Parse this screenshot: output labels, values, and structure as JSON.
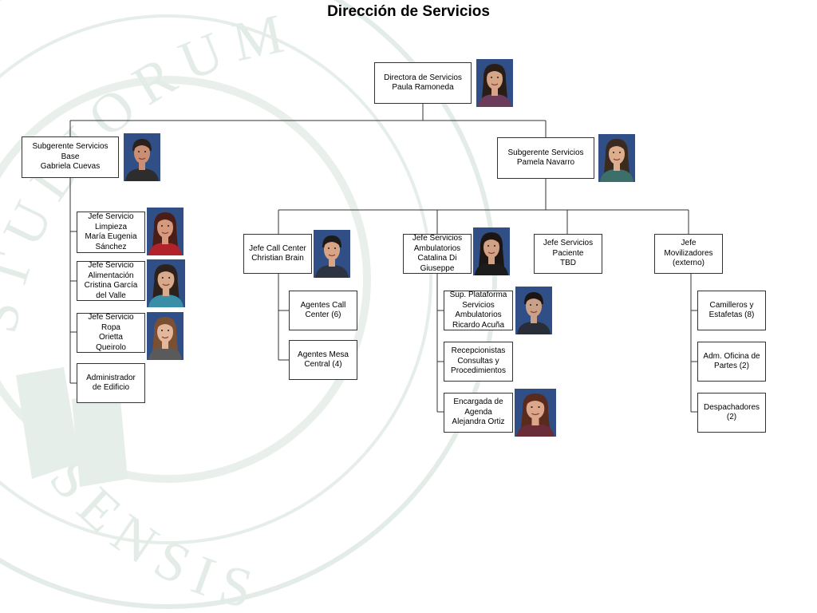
{
  "title": "Dirección de Servicios",
  "colors": {
    "line": "#333333",
    "box_border": "#333333",
    "photo_bg": "#2f4f86",
    "watermark": "#dfe9e4"
  },
  "watermark": {
    "text_top": "STUDIORUM",
    "text_bottom": "SENSIS"
  },
  "director": {
    "lines": [
      "Directora de Servicios",
      "Paula Ramoneda"
    ]
  },
  "sub_base": {
    "lines": [
      "Subgerente Servicios",
      "Base",
      "Gabriela Cuevas"
    ]
  },
  "sub_navarro": {
    "lines": [
      "Subgerente Servicios",
      "Pamela Navarro"
    ]
  },
  "base_children": [
    {
      "lines": [
        "Jefe Servicio",
        "Limpieza",
        "María Eugenia",
        "Sánchez"
      ]
    },
    {
      "lines": [
        "Jefe Servicio",
        "Alimentación",
        "Cristina García",
        "del Valle"
      ]
    },
    {
      "lines": [
        "Jefe Servicio",
        "Ropa",
        "Orietta",
        "Queirolo"
      ]
    },
    {
      "lines": [
        "Administrador",
        "de Edificio"
      ]
    }
  ],
  "callcenter": {
    "lines": [
      "Jefe Call Center",
      "Christian Brain"
    ]
  },
  "callcenter_children": [
    {
      "lines": [
        "Agentes Call",
        "Center (6)"
      ]
    },
    {
      "lines": [
        "Agentes Mesa",
        "Central (4)"
      ]
    }
  ],
  "ambulatorios": {
    "lines": [
      "Jefe Servicios",
      "Ambulatorios",
      "Catalina Di",
      "Giuseppe"
    ]
  },
  "ambulatorios_children": [
    {
      "lines": [
        "Sup. Plataforma",
        "Servicios",
        "Ambulatorios",
        "Ricardo Acuña"
      ]
    },
    {
      "lines": [
        "Recepcionistas",
        "Consultas y",
        "Procedimientos"
      ]
    },
    {
      "lines": [
        "Encargada de",
        "Agenda",
        "Alejandra Ortiz"
      ]
    }
  ],
  "paciente": {
    "lines": [
      "Jefe Servicios",
      "Paciente",
      "TBD"
    ]
  },
  "movilizadores": {
    "lines": [
      "Jefe",
      "Movilizadores",
      "(externo)"
    ]
  },
  "movilizadores_children": [
    {
      "lines": [
        "Camilleros y",
        "Estafetas (8)"
      ]
    },
    {
      "lines": [
        "Adm. Oficina de",
        "Partes (2)"
      ]
    },
    {
      "lines": [
        "Despachadores",
        "(2)"
      ]
    }
  ],
  "photos": [
    {
      "id": "director-photo",
      "hair": "#2a1d16",
      "skin": "#d6a587",
      "shirt": "#6b3b5a",
      "long": true
    },
    {
      "id": "sub-base-photo",
      "hair": "#2b211c",
      "skin": "#c98f74",
      "shirt": "#2d2d2d",
      "long": false
    },
    {
      "id": "sub-navarro-photo",
      "hair": "#3b2a1e",
      "skin": "#dcae8e",
      "shirt": "#3c6f6a",
      "long": true
    },
    {
      "id": "limpieza-photo",
      "hair": "#4a1e17",
      "skin": "#d59a7e",
      "shirt": "#b2222a",
      "long": true
    },
    {
      "id": "alimentacion-photo",
      "hair": "#2d211b",
      "skin": "#d9a98b",
      "shirt": "#3a8fa8",
      "long": true
    },
    {
      "id": "ropa-photo",
      "hair": "#7a4f32",
      "skin": "#e2b79b",
      "shirt": "#5a5a5a",
      "long": true
    },
    {
      "id": "callcenter-photo",
      "hair": "#1e1a18",
      "skin": "#d7a585",
      "shirt": "#2d3340",
      "long": false
    },
    {
      "id": "ambulatorios-photo",
      "hair": "#1d1512",
      "skin": "#d1a185",
      "shirt": "#1c1c1c",
      "long": true
    },
    {
      "id": "acuna-photo",
      "hair": "#1b1613",
      "skin": "#caa088",
      "shirt": "#282d38",
      "long": false
    },
    {
      "id": "ortiz-photo",
      "hair": "#5a2a1c",
      "skin": "#dba68a",
      "shirt": "#6a2c36",
      "long": true
    }
  ]
}
